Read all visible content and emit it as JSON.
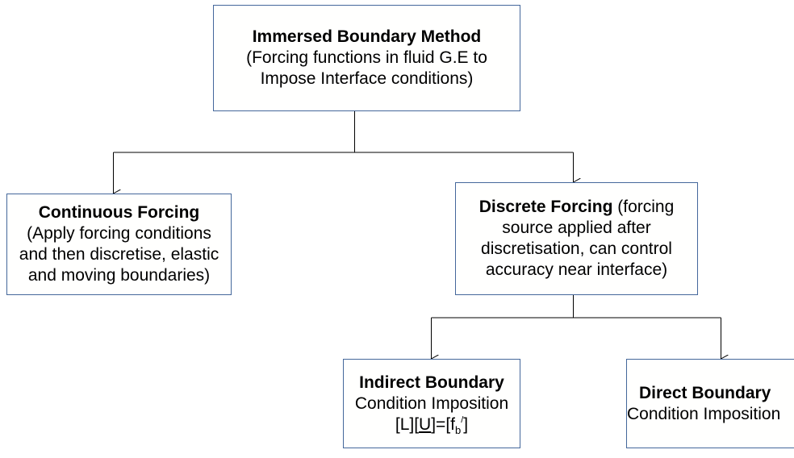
{
  "diagram": {
    "root": {
      "title": "Immersed Boundary Method",
      "line2": "(Forcing functions in fluid G.E to",
      "line3": "Impose Interface conditions)"
    },
    "continuous": {
      "title": "Continuous Forcing",
      "line2": "(Apply forcing conditions",
      "line3": "and then discretise, elastic",
      "line4": "and moving boundaries)"
    },
    "discrete": {
      "title": "Discrete Forcing",
      "title_suffix": " (forcing",
      "line2": "source applied after",
      "line3": "discretisation, can control",
      "line4": "accuracy near interface)"
    },
    "indirect": {
      "title": "Indirect Boundary",
      "line2": "Condition Imposition",
      "formula_left": "[L][",
      "formula_u": "U",
      "formula_mid": "]=[f",
      "formula_sub": "b",
      "formula_sup": "/",
      "formula_right": "]"
    },
    "direct": {
      "title": "Direct Boundary",
      "line2": "Condition Imposition"
    },
    "colors": {
      "box_border": "#44679b",
      "connector": "#000000"
    }
  }
}
